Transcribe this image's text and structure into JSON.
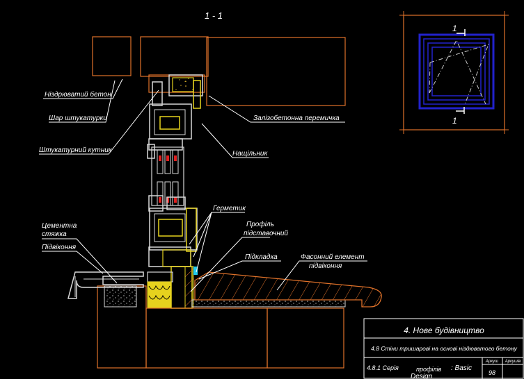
{
  "section_title": "1 - 1",
  "plan_marks": {
    "top": "1",
    "bottom": "1"
  },
  "labels": {
    "aerated_concrete": "Ніздрюватий бетон",
    "plaster_layer": "Шар штукатурки",
    "plaster_corner": "Штукатурний кутник",
    "rc_lintel": "Залізобетонна перемичка",
    "cover_strip": "Нащільник",
    "sealant": "Герметик",
    "support_profile_1": "Профіль",
    "support_profile_2": "підставочний",
    "cement_screed_1": "Цементна",
    "cement_screed_2": "стяжка",
    "sill": "Підвіконня",
    "shim": "Підкладка",
    "shaped_element_1": "Фасонний елемент",
    "shaped_element_2": "підвіконня"
  },
  "title_block": {
    "chapter": "4. Нове будівництво",
    "subtitle": "4.8 Стіни тришарові на основі ніздюватого бетону",
    "series_1": "4.8.1 Серія",
    "series_2": "профілів",
    "series_3": ": Basic",
    "series_4": "Design",
    "sheet_label": "Аркуш",
    "sheets_label": "Аркушів",
    "sheet_number": "98"
  },
  "colors": {
    "background": "#000000",
    "concrete_outline": "#e0722a",
    "concrete_fill_dots": "#c9a227",
    "profile": "#d8d8d8",
    "insulation": "#e6d21e",
    "glass_blue": "#2222cc",
    "marker_red": "#e02020",
    "sealant_cyan": "#22ccee"
  }
}
